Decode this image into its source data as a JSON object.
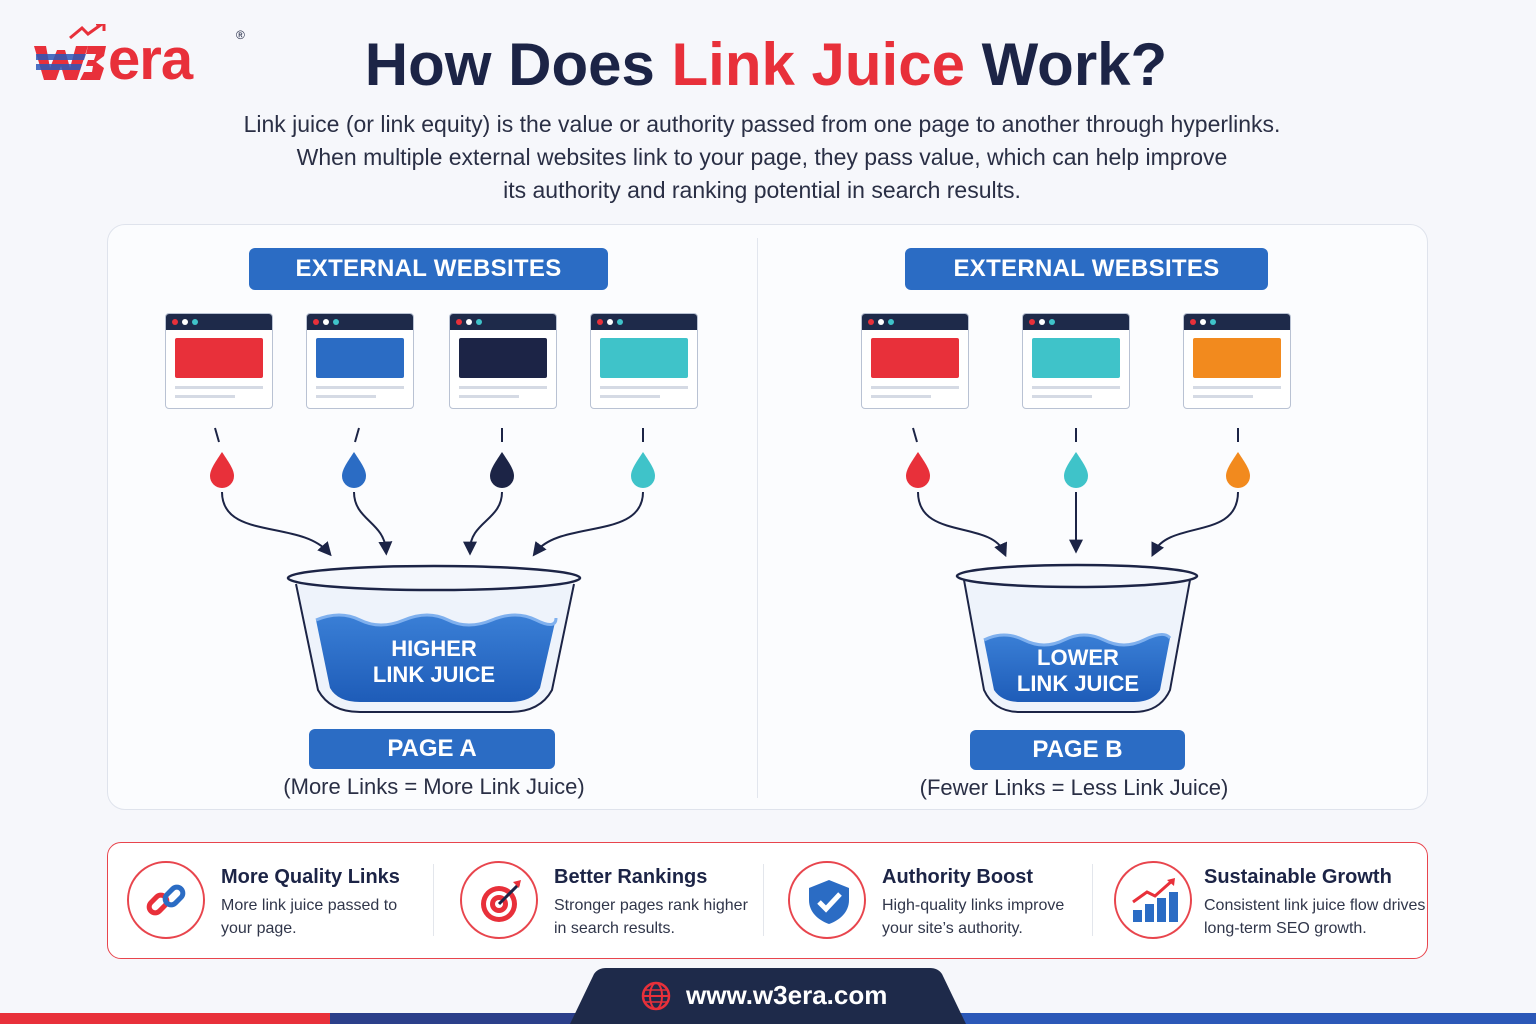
{
  "brand": {
    "logo_text": "era",
    "logo_prefix": "w3",
    "reg": "®"
  },
  "header": {
    "title_part1": "How Does ",
    "title_accent": "Link Juice",
    "title_part2": " Work?",
    "intro_line1": "Link juice (or link equity) is the value or authority passed from one page to another through hyperlinks.",
    "intro_line2": "When multiple external websites link to your page, they pass value, which can help improve",
    "intro_line3": "its authority and ranking potential in search results."
  },
  "left": {
    "label": "EXTERNAL WEBSITES",
    "sites": [
      "#e8303a",
      "#2b6cc4",
      "#1c2446",
      "#3fc3c9"
    ],
    "bowl_line1": "HIGHER",
    "bowl_line2": "LINK JUICE",
    "page": "PAGE A",
    "caption": "(More Links = More Link Juice)"
  },
  "right": {
    "label": "EXTERNAL WEBSITES",
    "sites": [
      "#e8303a",
      "#3fc3c9",
      "#f28a1e"
    ],
    "bowl_line1": "LOWER",
    "bowl_line2": "LINK JUICE",
    "page": "PAGE B",
    "caption": "(Fewer Links = Less Link Juice)"
  },
  "benefits": [
    {
      "icon": "chain-link-icon",
      "title": "More Quality Links",
      "desc": "More link juice passed to your page."
    },
    {
      "icon": "target-icon",
      "title": "Better Rankings",
      "desc": "Stronger pages rank higher in search results."
    },
    {
      "icon": "shield-check-icon",
      "title": "Authority Boost",
      "desc": "High-quality links improve your site’s authority."
    },
    {
      "icon": "growth-chart-icon",
      "title": "Sustainable Growth",
      "desc": "Consistent link juice flow drives long-term SEO growth."
    }
  ],
  "footer": {
    "url": "www.w3era.com"
  },
  "colors": {
    "red": "#e8303a",
    "blue": "#2b6cc4",
    "navy": "#1c2446",
    "teal": "#3fc3c9",
    "orange": "#f28a1e"
  }
}
